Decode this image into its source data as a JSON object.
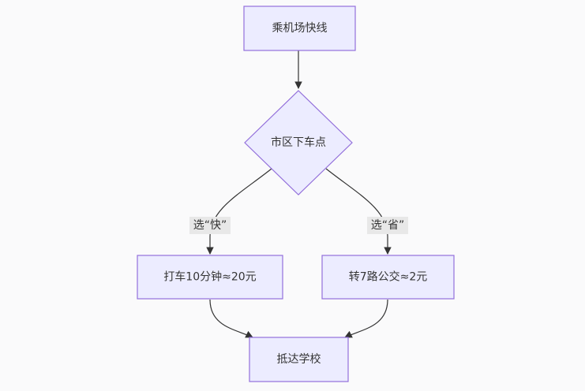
{
  "diagram": {
    "type": "flowchart",
    "nodes": {
      "start": {
        "label": "乘机场快线"
      },
      "decision": {
        "label": "市区下车点"
      },
      "taxi": {
        "label": "打车10分钟≈20元"
      },
      "bus": {
        "label": "转7路公交≈2元"
      },
      "end": {
        "label": "抵达学校"
      }
    },
    "edges": {
      "fast": {
        "label": "选“快”"
      },
      "cheap": {
        "label": "选“省”"
      }
    }
  },
  "colors": {
    "node_fill": "#ececff",
    "node_stroke": "#9370db",
    "edge": "#333333",
    "edge_label_bg": "#e8e8e8",
    "background": "#fafafb"
  }
}
